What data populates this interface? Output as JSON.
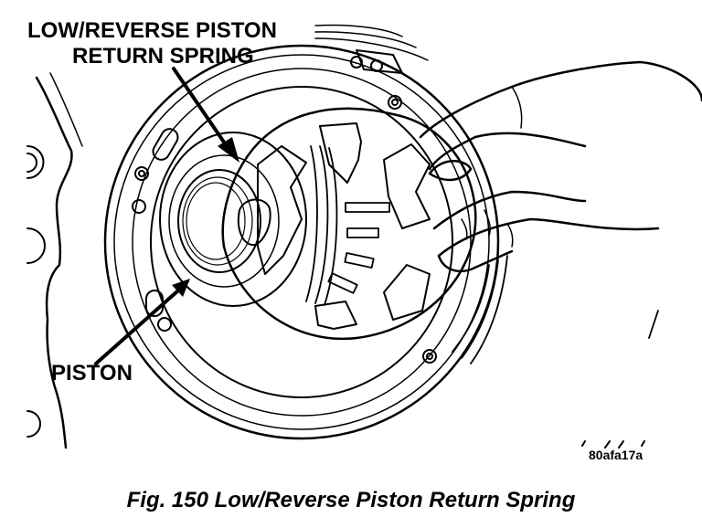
{
  "figure": {
    "number": "Fig. 150",
    "caption": "Fig. 150 Low/Reverse Piston Return Spring",
    "identifier": "80afa17a"
  },
  "callouts": [
    {
      "lines": [
        "LOW/REVERSE PISTON",
        "RETURN SPRING"
      ],
      "target": "return-spring"
    },
    {
      "lines": [
        "PISTON"
      ],
      "target": "piston"
    }
  ],
  "colors": {
    "ink": "#000000",
    "paper": "#ffffff"
  }
}
